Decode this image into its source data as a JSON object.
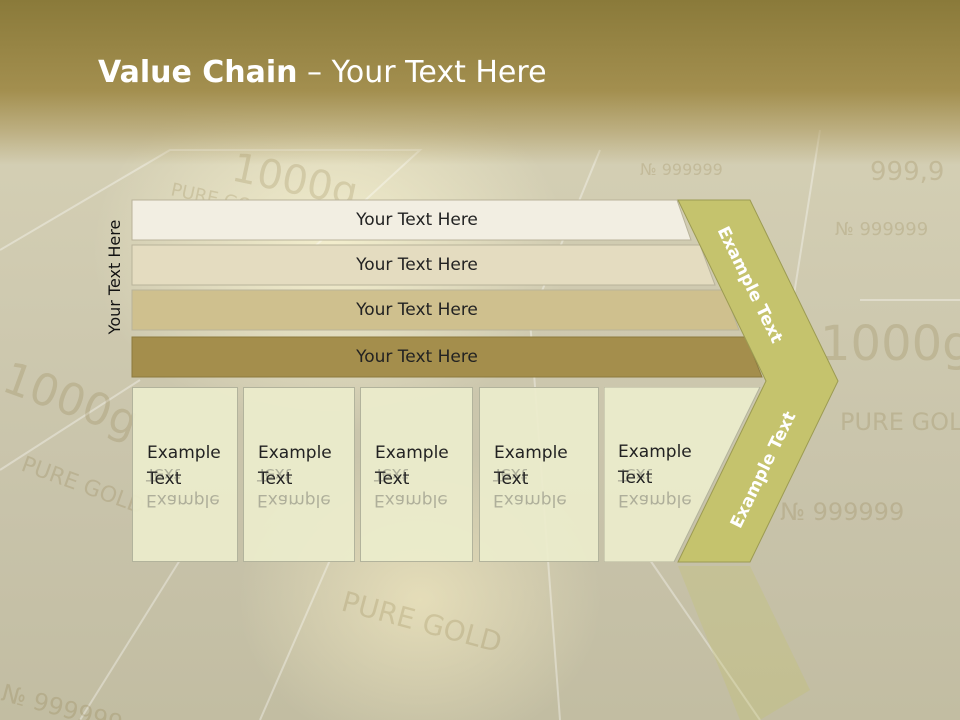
{
  "title": {
    "bold": "Value Chain",
    "rest": " – Your Text Here"
  },
  "side_label": "Your Text Here",
  "bands": [
    {
      "label": "Your Text Here",
      "fill": "#f2eee2"
    },
    {
      "label": "Your Text Here",
      "fill": "#e4dcc0"
    },
    {
      "label": "Your Text Here",
      "fill": "#cfc08e"
    },
    {
      "label": "Your Text Here",
      "fill": "#a48e4c"
    }
  ],
  "boxes": [
    {
      "line1": "Example",
      "line2": "Text"
    },
    {
      "line1": "Example",
      "line2": "Text"
    },
    {
      "line1": "Example",
      "line2": "Text"
    },
    {
      "line1": "Example",
      "line2": "Text"
    },
    {
      "line1": "Example",
      "line2": "Text"
    }
  ],
  "chevron": {
    "top_label": "Example Text",
    "bottom_label": "Example Text",
    "fill": "#c5c36d"
  },
  "background": {
    "bar_text_1": "1000g",
    "bar_text_2": "PURE GOLD",
    "bar_text_3": "999,9",
    "bar_text_4": "№ 999999"
  }
}
